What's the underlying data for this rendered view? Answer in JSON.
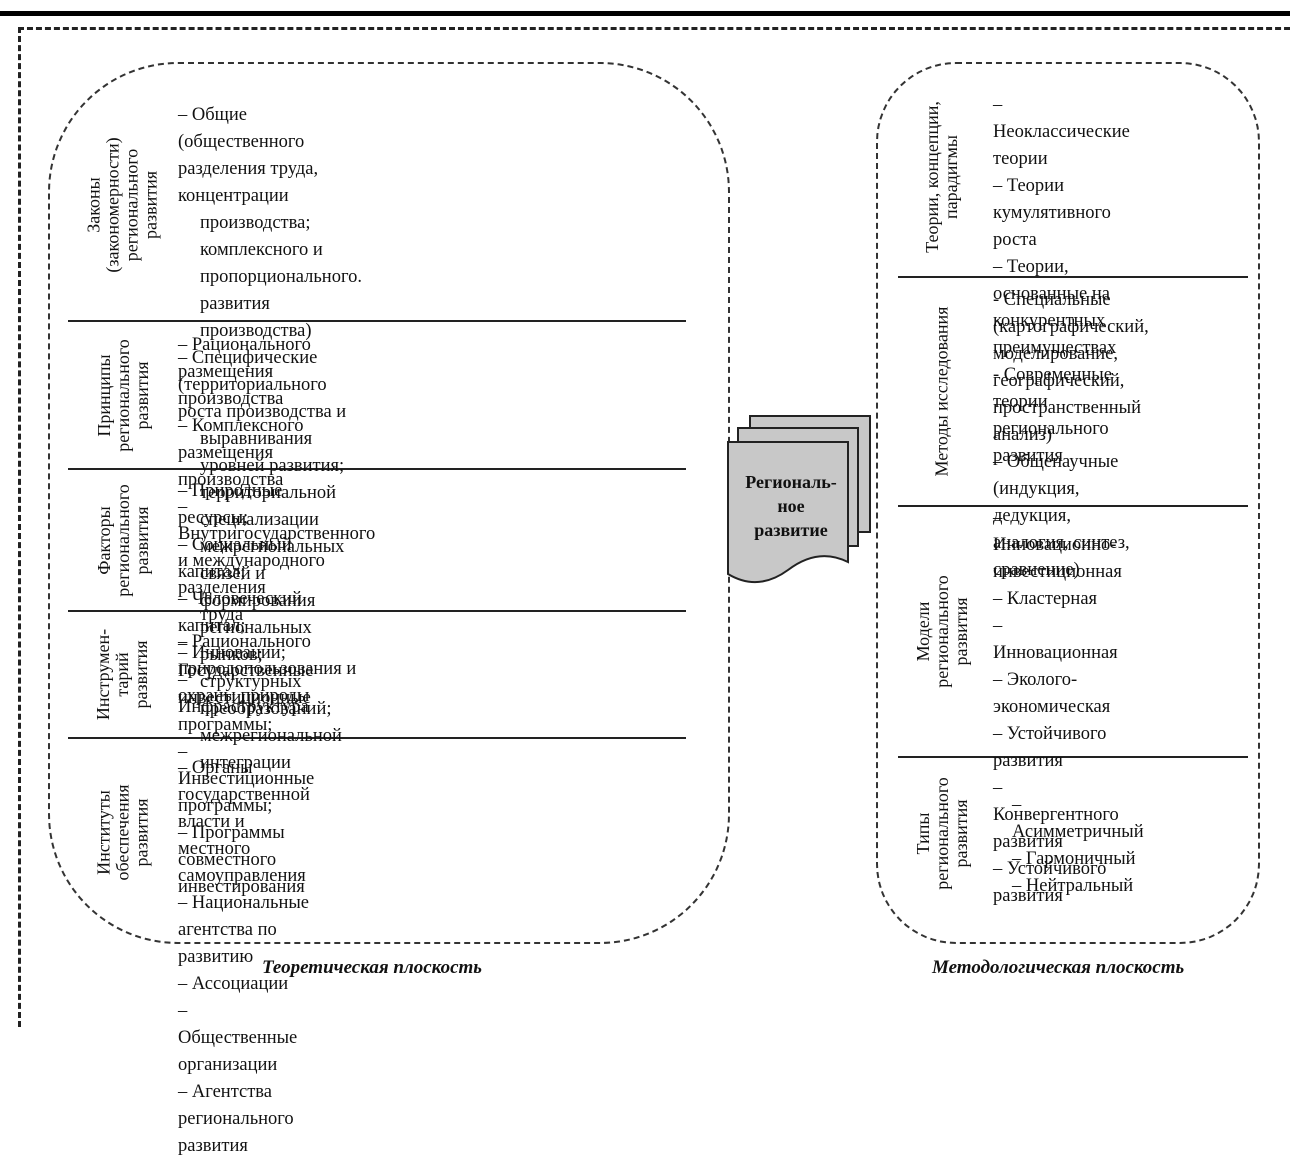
{
  "center": {
    "lines": [
      "Региональ-",
      "ное",
      "развитие"
    ]
  },
  "left": {
    "caption": "Теоретическая плоскость",
    "sections": [
      {
        "label": [
          "Законы",
          "(закономерности)",
          "регионального",
          "развития"
        ],
        "items": [
          "–  Общие (общественного разделения труда, концентрации",
          "производства; комплексного и пропорционального.",
          "развития производства)",
          "–  Специфические (территориального роста производства и",
          "выравнивания уровней развития; территориальной",
          "специализации межрегиональных связей и формирования",
          "региональных рынков; структурных преобразований;",
          "межрегиональной интеграции"
        ]
      },
      {
        "label": [
          "Принципы",
          "регионального",
          "развития"
        ],
        "items": [
          "–  Рационального размещения производства",
          "–  Комплексного размещения производства",
          "–  Внутригосударственного и международного разделения",
          "труда",
          "–  Рационального природопользования и охраны природы"
        ]
      },
      {
        "label": [
          "Факторы",
          "регионального",
          "развития"
        ],
        "items": [
          "– Природные ресурсы;",
          "– Социальный капитал;",
          "– Человеческий капитал;",
          "– Инновации;",
          "– Инфраструктура"
        ]
      },
      {
        "label": [
          "Инструмен-",
          "тарий",
          "развития"
        ],
        "items": [
          "– Государственные инвестиционные программы;",
          "– Инвестиционные программы;",
          "– Программы совместного инвестирования"
        ]
      },
      {
        "label": [
          "Институты",
          "обеспечения",
          "развития"
        ],
        "items": [
          "– Органы государственной власти и местного",
          "самоуправления",
          "– Национальные агентства по развитию",
          "– Ассоциации",
          "– Общественные организации",
          "– Агентства регионального развития"
        ]
      }
    ]
  },
  "right": {
    "caption": "Методологическая плоскость",
    "sections": [
      {
        "label": [
          "Теории, концепции,",
          "парадигмы"
        ],
        "items": [
          "– Неоклассические теории",
          "– Теории кумулятивного роста",
          "– Теории, основанные на",
          "конкурентных преимуществах",
          "- Современные теории",
          "регионального развития"
        ]
      },
      {
        "label": [
          "Методы исследования"
        ],
        "items": [
          "- Специальные",
          "(картографический,",
          "моделирование,",
          "географический,",
          "пространственный анализ)",
          "– Общенаучные (индукция,",
          "дедукция, аналогия, синтез,",
          "сравнение)"
        ]
      },
      {
        "label": [
          "Модели",
          "регионального",
          "развития"
        ],
        "items": [
          "– Инновационно-",
          "инвестиционная",
          "– Кластерная",
          "– Инновационная",
          "– Эколого-экономическая",
          "– Устойчивого развития",
          "– Конвергентного развития",
          "– Устойчивого развития"
        ]
      },
      {
        "label": [
          "Типы",
          "регионального",
          "развития"
        ],
        "items": [
          "– Асимметричный",
          "– Гармоничный",
          "– Нейтральный"
        ]
      }
    ]
  }
}
